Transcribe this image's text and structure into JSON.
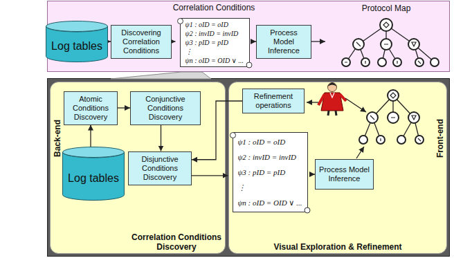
{
  "diagram": {
    "nodes": [
      {
        "text": [
          "Log tables"
        ]
      },
      {
        "text": [
          "Discovering Correlation Conditions"
        ]
      },
      {
        "text": [
          "Correlation Conditions",
          "ψ1 : oID = oID",
          "ψ2 : invID = invID",
          "ψ3 : pID = pID",
          "⋮",
          "ψn : oID = OID ∨ ..."
        ]
      },
      {
        "text": [
          "Process Model Inference"
        ]
      },
      {
        "text": [
          "Protocol Map"
        ]
      },
      {
        "text": [
          "Back-end",
          "Correlation Conditions Discovery"
        ]
      },
      {
        "text": [
          "Atomic Conditions Discovery"
        ],
        "in": 5
      },
      {
        "text": [
          "Conjunctive Conditions Discovery"
        ],
        "in": 5
      },
      {
        "text": [
          "Log tables"
        ],
        "in": 5
      },
      {
        "text": [
          "Disjunctive Conditions Discovery"
        ],
        "in": 5
      },
      {
        "text": [
          "Front-end",
          "Visual Exploration & Refinement"
        ]
      },
      {
        "text": [
          "Refinement operations"
        ],
        "in": 10
      },
      {
        "text": [
          "ψ1 : oID = oID",
          "ψ2 : invID = invID",
          "ψ3 : pID = pID",
          "⋮",
          "ψn : oID = OID ∨ ..."
        ],
        "in": 10
      },
      {
        "text": [
          "Process Model Inference"
        ],
        "in": 10
      }
    ],
    "edges": [
      {
        "from": 0,
        "to": 1,
        "arrow": "to"
      },
      {
        "from": 1,
        "to": 2,
        "arrow": "to"
      },
      {
        "from": 2,
        "to": 3,
        "arrow": "to"
      },
      {
        "from": 3,
        "to": 4,
        "arrow": "to"
      },
      {
        "from": 8,
        "to": 6,
        "arrow": "to"
      },
      {
        "from": 6,
        "to": 7,
        "arrow": "to"
      },
      {
        "from": 7,
        "to": 9,
        "arrow": "to"
      },
      {
        "from": 11,
        "to": 9,
        "arrow": "to"
      },
      {
        "from": 9,
        "to": 12,
        "arrow": "to"
      },
      {
        "from": 12,
        "to": 13,
        "arrow": "to"
      }
    ]
  }
}
